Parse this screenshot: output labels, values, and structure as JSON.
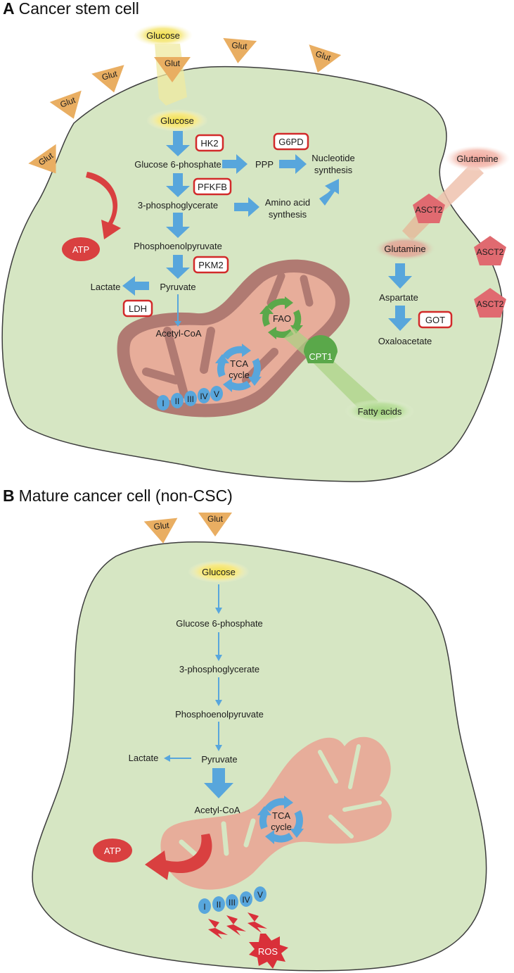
{
  "panel_a": {
    "letter": "A",
    "title": "Cancer stem cell",
    "transporter_glut": "Glut",
    "glucose_outside": "Glucose",
    "glucose_inside": "Glucose",
    "g6p": "Glucose 6-phosphate",
    "pg3": "3-phosphoglycerate",
    "pep": "Phosphoenolpyruvate",
    "pyruvate": "Pyruvate",
    "lactate": "Lactate",
    "acetyl_coa": "Acetyl-CoA",
    "ppp": "PPP",
    "nucleotide_1": "Nucleotide",
    "nucleotide_2": "synthesis",
    "amino_1": "Amino acid",
    "amino_2": "synthesis",
    "enzymes": {
      "hk2": "HK2",
      "pfkfb": "PFKFB",
      "pkm2": "PKM2",
      "ldh": "LDH",
      "g6pd": "G6PD",
      "got": "GOT"
    },
    "atp": "ATP",
    "glutamine_outside": "Glutamine",
    "glutamine_inside": "Glutamine",
    "asct2": "ASCT2",
    "aspartate": "Aspartate",
    "oxaloacetate": "Oxaloacetate",
    "fao": "FAO",
    "tca_1": "TCA",
    "tca_2": "cycle",
    "cpt1": "CPT1",
    "fatty_acids": "Fatty acids",
    "complexes": [
      "I",
      "II",
      "III",
      "IV",
      "V"
    ]
  },
  "panel_b": {
    "letter": "B",
    "title": "Mature cancer cell (non-CSC)",
    "transporter_glut": "Glut",
    "glucose": "Glucose",
    "g6p": "Glucose 6-phosphate",
    "pg3": "3-phosphoglycerate",
    "pep": "Phosphoenolpyruvate",
    "pyruvate": "Pyruvate",
    "lactate": "Lactate",
    "acetyl_coa": "Acetyl-CoA",
    "tca_1": "TCA",
    "tca_2": "cycle",
    "atp": "ATP",
    "ros": "ROS",
    "complexes": [
      "I",
      "II",
      "III",
      "IV",
      "V"
    ]
  },
  "colors": {
    "cell_fill": "#d6e6c3",
    "cell_stroke": "#3d3d3d",
    "glut": "#e9ae62",
    "arrow_blue": "#58a6dc",
    "enzyme_box": "#d22a2a",
    "atp_red": "#d94040",
    "mito_dark": "#b07a72",
    "mito_light": "#e7ad9a",
    "fao_green": "#5aa84a",
    "asct2": "#e06a70",
    "glucose_glow": "#f4e56a",
    "ros_red": "#d9303a"
  }
}
